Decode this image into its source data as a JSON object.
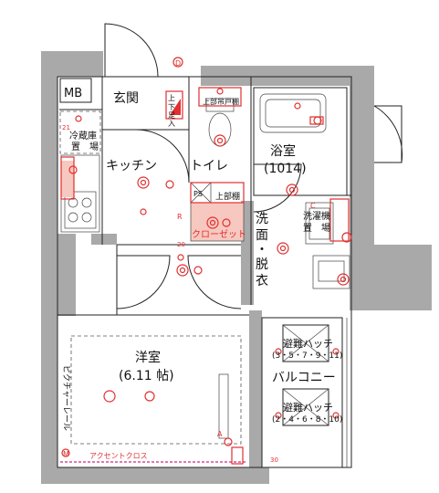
{
  "rooms": {
    "mb": "MB",
    "entrance": "玄関",
    "kitchen": "キッチン",
    "toilet": "トイレ",
    "bath_name": "浴室",
    "bath_size": "(1014)",
    "washroom": [
      "洗",
      "面",
      "・",
      "脱",
      "衣"
    ],
    "western_name": "洋室",
    "western_size": "(6.11 帖)",
    "balcony": "バルコニー",
    "closet": "クローゼット"
  },
  "labels": {
    "fridge": [
      "冷蔵庫",
      "置　場"
    ],
    "washer": [
      "洗濯機",
      "置　場"
    ],
    "upper_shelf": "上部棚",
    "upper_cabinet": "上部吊戸棚",
    "shoe_box": [
      "下",
      "足",
      "入"
    ],
    "shoe_box_top": "上",
    "picture_rail": "ピクチャーレール",
    "accent_cross": "アクセントクロス",
    "hatch1_title": "避難ハッチ",
    "hatch1_nums": "(3・5・7・9・11)",
    "hatch2_title": "避難ハッチ",
    "hatch2_nums": "(2・4・6・8・10)",
    "ps": "PS",
    "letter_d": "D",
    "letter_r": "R",
    "letter_c": "C",
    "letter_m": "M",
    "letter_a": "A",
    "num_20": "20",
    "num_21": "21",
    "num_30": "30"
  }
}
